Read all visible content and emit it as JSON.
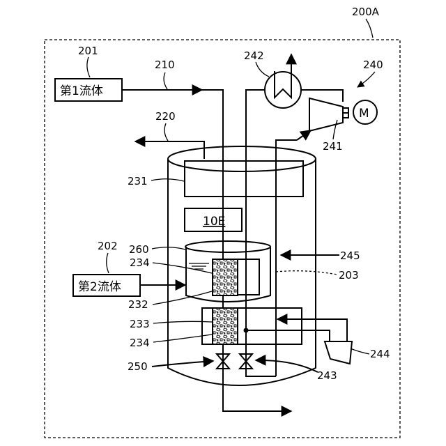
{
  "labels": {
    "system": "200A",
    "first_fluid_ref": "201",
    "first_fluid": "第1流体",
    "second_fluid_ref": "202",
    "second_fluid": "第2流体",
    "line_210": "210",
    "line_220": "220",
    "box_231": "231",
    "unit_10e": "10E",
    "ref_260": "260",
    "ref_234_upper": "234",
    "ref_232": "232",
    "ref_233": "233",
    "ref_234_lower": "234",
    "ref_250": "250",
    "ref_242": "242",
    "ref_240": "240",
    "motor": "M",
    "ref_241": "241",
    "ref_245": "245",
    "ref_203": "203",
    "ref_244": "244",
    "ref_243": "243"
  },
  "colors": {
    "stroke": "#000000",
    "background": "#ffffff"
  }
}
